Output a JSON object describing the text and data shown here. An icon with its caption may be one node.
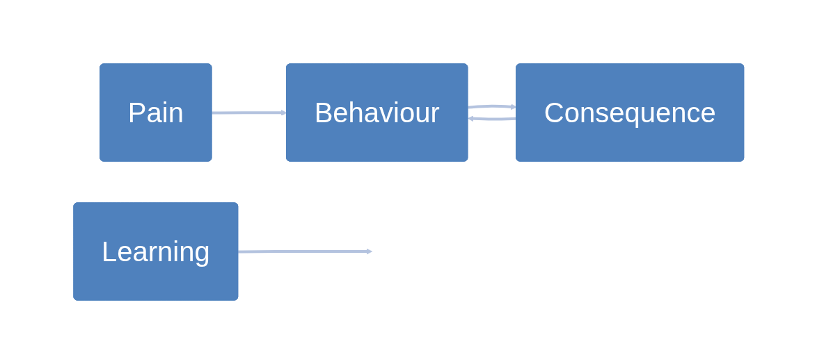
{
  "diagram": {
    "nodes": [
      {
        "text": [
          "Pain"
        ]
      },
      {
        "text": [
          "Behaviour"
        ]
      },
      {
        "text": [
          "Consequence"
        ]
      },
      {
        "text": [
          "Learning"
        ]
      }
    ],
    "edges": [
      {
        "from": 0,
        "to": 1,
        "arrow": "to"
      },
      {
        "from": 1,
        "to": 2,
        "arrow": "to"
      },
      {
        "from": 2,
        "to": 1,
        "arrow": "to"
      },
      {
        "from": 3,
        "to": null,
        "arrow": "to"
      }
    ]
  }
}
